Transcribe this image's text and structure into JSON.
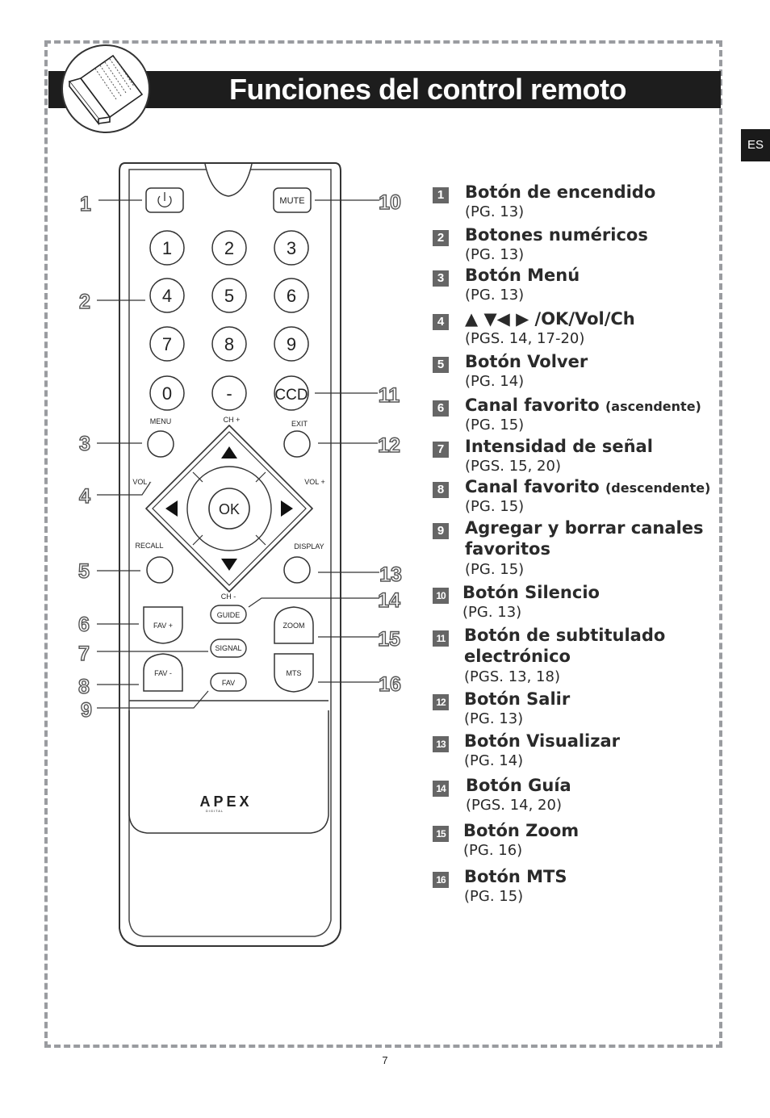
{
  "header": {
    "title": "Funciones del control remoto",
    "lang_tab": "ES"
  },
  "remote": {
    "power_icon": "power-icon",
    "mute_label": "MUTE",
    "digits": [
      "1",
      "2",
      "3",
      "4",
      "5",
      "6",
      "7",
      "8",
      "9",
      "0",
      "-"
    ],
    "ccd_label": "CCD",
    "menu_label": "MENU",
    "exit_label": "EXIT",
    "ch_up_label": "CH +",
    "ch_down_label": "CH -",
    "vol_down_label": "VOL -",
    "vol_up_label": "VOL +",
    "ok_label": "OK",
    "recall_label": "RECALL",
    "display_label": "DISPLAY",
    "guide_label": "GUIDE",
    "fav_up_label": "FAV +",
    "zoom_label": "ZOOM",
    "signal_label": "SIGNAL",
    "fav_down_label": "FAV -",
    "mts_label": "MTS",
    "fav_label": "FAV",
    "brand": "APEX",
    "brand_sub": "DIGITAL",
    "callouts": [
      "1",
      "2",
      "3",
      "4",
      "5",
      "6",
      "7",
      "8",
      "9",
      "10",
      "11",
      "12",
      "13",
      "14",
      "15",
      "16"
    ]
  },
  "legend": [
    {
      "num": "1",
      "title": "Botón de encendido",
      "extra": "",
      "pages": "(PG. 13)"
    },
    {
      "num": "2",
      "title": "Botones numéricos",
      "extra": "",
      "pages": "(PG. 13)"
    },
    {
      "num": "3",
      "title": "Botón Menú",
      "extra": "",
      "pages": "(PG. 13)"
    },
    {
      "num": "4",
      "title": "▲ ▼◀ ▶ /OK/Vol/Ch",
      "extra": "",
      "pages": "(PGS. 14, 17-20)"
    },
    {
      "num": "5",
      "title": "Botón Volver",
      "extra": "",
      "pages": "(PG. 14)"
    },
    {
      "num": "6",
      "title": "Canal favorito",
      "extra": "(ascendente)",
      "pages": "(PG. 15)"
    },
    {
      "num": "7",
      "title": "Intensidad de señal",
      "extra": "",
      "pages": "(PGS. 15, 20)"
    },
    {
      "num": "8",
      "title": "Canal favorito",
      "extra": "(descendente)",
      "pages": "(PG. 15)"
    },
    {
      "num": "9",
      "title": "Agregar y borrar canales",
      "title2": "favoritos",
      "extra": "",
      "pages": "(PG. 15)"
    },
    {
      "num": "10",
      "title": "Botón Silencio",
      "extra": "",
      "pages": "(PG. 13)"
    },
    {
      "num": "11",
      "title": "Botón de subtitulado",
      "title2": "electrónico",
      "extra": "",
      "pages": "(PGS. 13, 18)"
    },
    {
      "num": "12",
      "title": "Botón Salir",
      "extra": "",
      "pages": "(PG. 13)"
    },
    {
      "num": "13",
      "title": "Botón Visualizar",
      "extra": "",
      "pages": "(PG. 14)"
    },
    {
      "num": "14",
      "title": "Botón Guía",
      "extra": "",
      "pages": "(PGS. 14, 20)"
    },
    {
      "num": "15",
      "title": "Botón Zoom",
      "extra": "",
      "pages": "(PG. 16)"
    },
    {
      "num": "16",
      "title": "Botón MTS",
      "extra": "",
      "pages": "(PG. 15)"
    }
  ],
  "footer": {
    "page_number": "7"
  }
}
